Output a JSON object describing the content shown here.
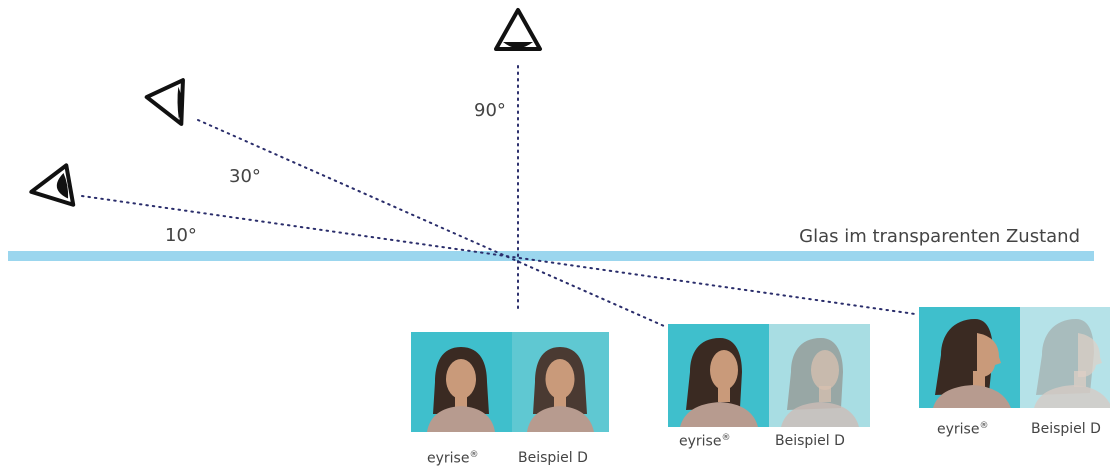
{
  "glass_label": "Glas im transparenten Zustand",
  "angles": {
    "a90": "90°",
    "a30": "30°",
    "a10": "10°"
  },
  "captions": {
    "product": "eyrise",
    "registered": "®",
    "example": "Beispiel D"
  },
  "colors": {
    "glass": "#9bd6ee",
    "dotted_line": "#2a2d6b",
    "teal_bg": "#3fbfcc",
    "teal_bg_light": "#5fc8d2",
    "faded_bg": "#a8dde3",
    "hair": "#3a2a22",
    "skin": "#c99a7a",
    "sweater": "#b79b8f"
  },
  "icons": [
    "eye-top-icon",
    "eye-30-icon",
    "eye-10-icon"
  ]
}
